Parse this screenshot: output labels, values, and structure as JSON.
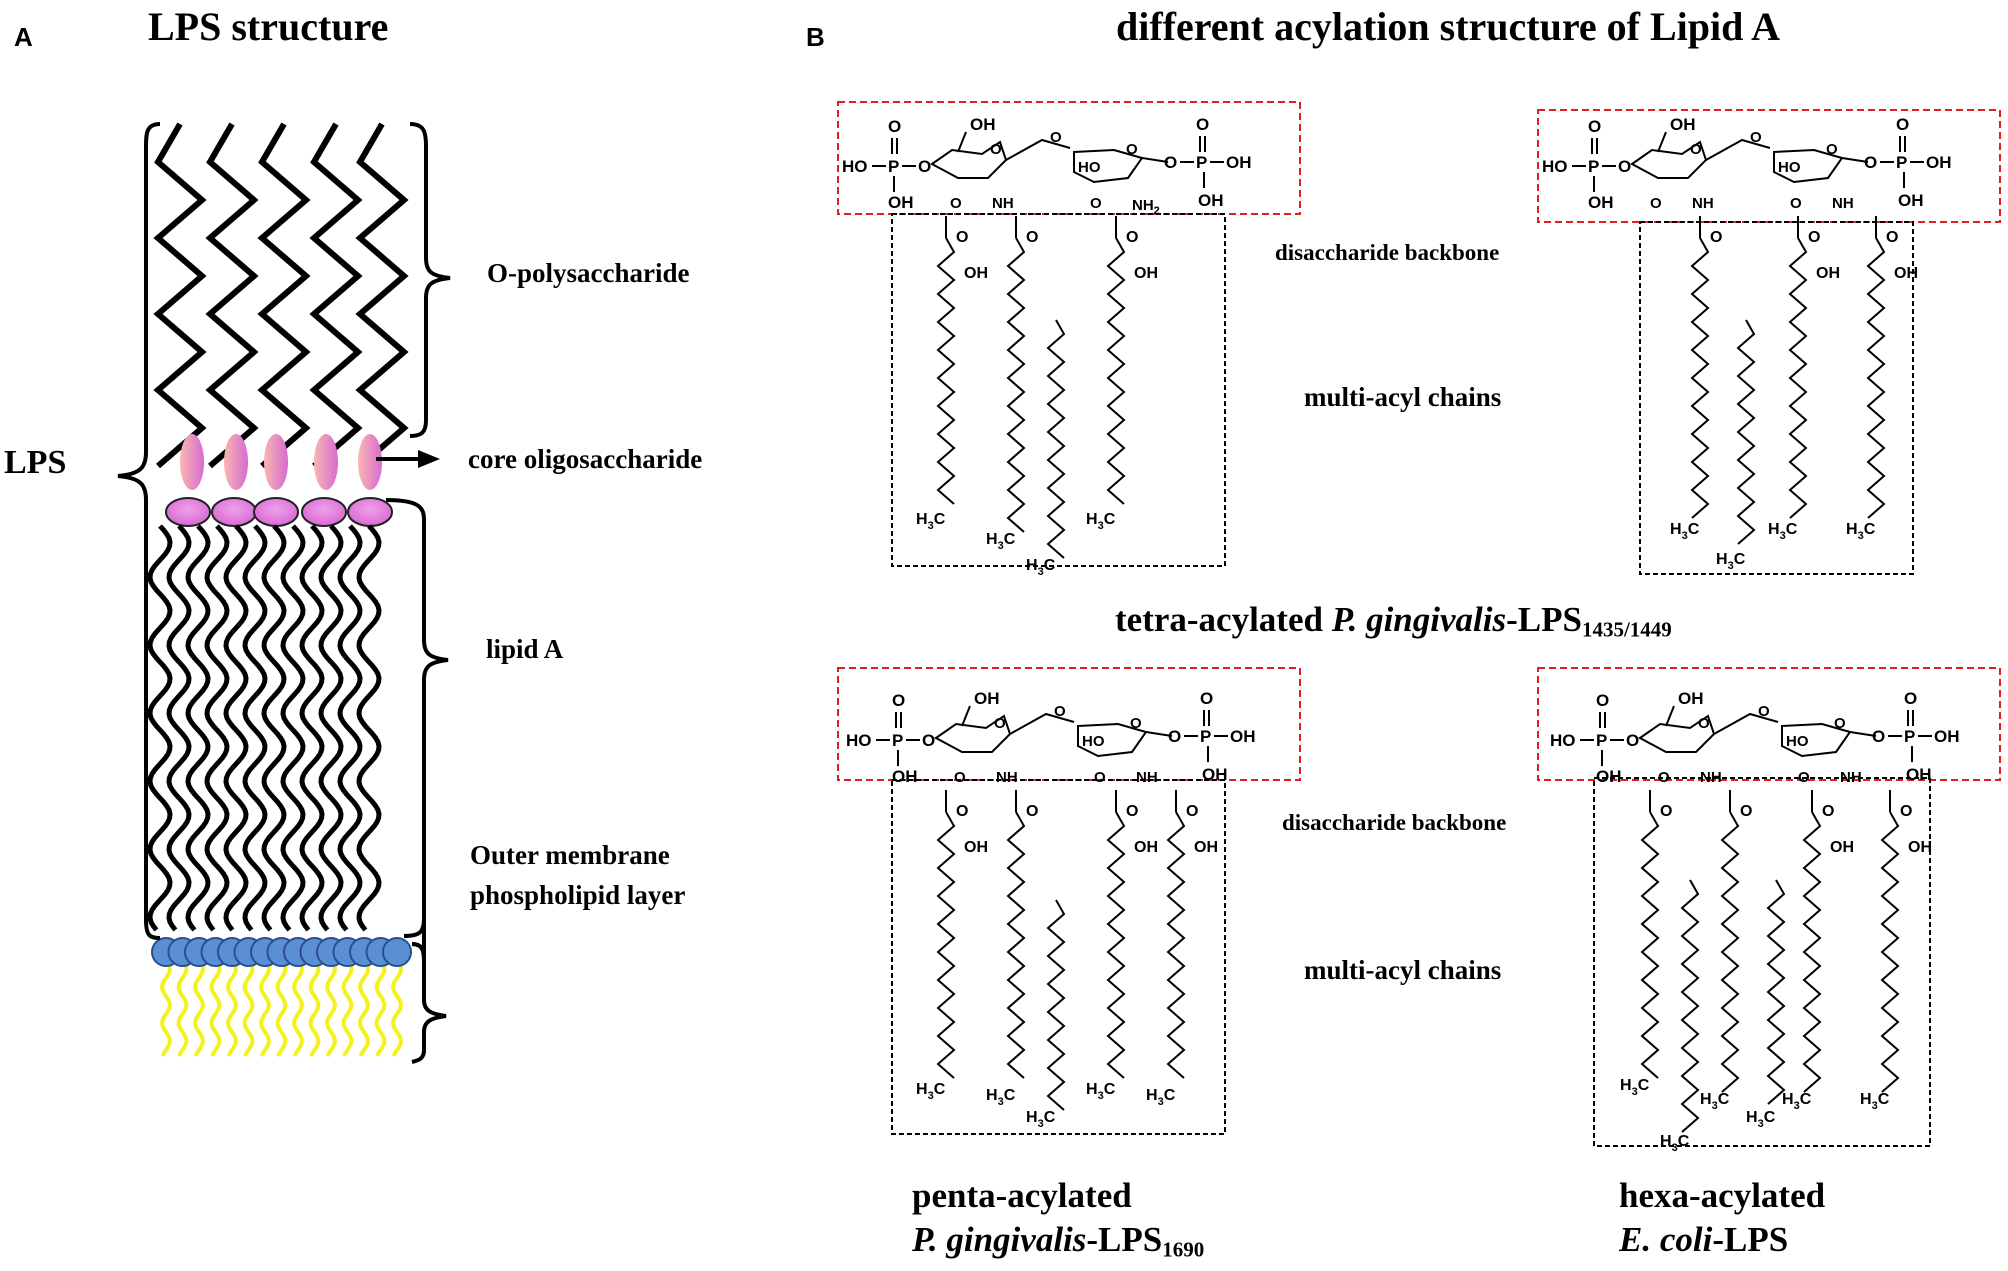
{
  "panel_a": {
    "letter": "A",
    "title": "LPS structure",
    "lps_label": "LPS",
    "o_polysaccharide": "O-polysaccharide",
    "core_oligosaccharide": "core oligosaccharide",
    "lipid_a": "lipid A",
    "outer_membrane_line1": "Outer membrane",
    "outer_membrane_line2": "phospholipid layer",
    "colors": {
      "core_top": "#f7b8b0",
      "core_bottom": "#d86ad0",
      "phosphate": "#5b8fd4",
      "tails": "#f2f21e"
    }
  },
  "panel_b": {
    "letter": "B",
    "title": "different acylation structure of Lipid A",
    "backbone_label": "disaccharide backbone",
    "acyl_label": "multi-acyl chains",
    "tetra": {
      "prefix": "tetra-acylated ",
      "species": "P. gingivalis",
      "suffix": "-LPS",
      "subscript": "1435/1449"
    },
    "penta": {
      "line1": "penta-acylated",
      "species": "P. gingivalis",
      "suffix": "-LPS",
      "subscript": "1690"
    },
    "hexa": {
      "line1": "hexa-acylated",
      "species": "E. coli",
      "suffix": "-LPS"
    },
    "chem": {
      "ho": "HO",
      "oh": "OH",
      "o": "O",
      "p": "P",
      "nh": "NH",
      "nh2": "NH",
      "two": "2",
      "h3c": "H",
      "three": "3",
      "c": "C"
    },
    "colors": {
      "backbone_box": "#e02020",
      "acyl_box": "#000000"
    }
  }
}
